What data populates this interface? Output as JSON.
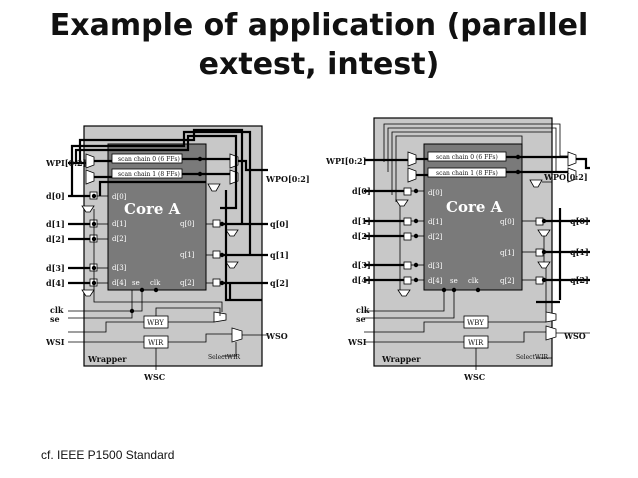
{
  "slide": {
    "title_line1": "Example of application (parallel",
    "title_line2": "extest, intest)",
    "caption": "cf. IEEE P1500 Standard"
  },
  "colors": {
    "wrapper_fill": "#c8c8c8",
    "core_fill": "#7a7a7a",
    "wire": "#000000",
    "outer_bg": "#d8d8d8"
  },
  "diagrams": [
    {
      "id": "parallel-extest",
      "labels": {
        "wpi": "WPI[0:2]",
        "wpo": "WPO[0:2]",
        "d0": "d[0]",
        "d1": "d[1]",
        "d2": "d[2]",
        "d3": "d[3]",
        "d4": "d[4]",
        "q0": "q[0]",
        "q1": "q[1]",
        "q2": "q[2]",
        "clk": "clk",
        "se": "se",
        "wsi": "WSI",
        "wso": "WSO",
        "wrapper": "Wrapper",
        "wsc": "WSC",
        "selectwir": "SelectWIR",
        "wby": "WBY",
        "wir": "WIR",
        "core_title": "Core A",
        "scan0": "scan chain 0 (6 FFs)",
        "scan1": "scan chain 1 (8 FFs)",
        "core_d0": "d[0]",
        "core_d1": "d[1]",
        "core_d2": "d[2]",
        "core_d3": "d[3]",
        "core_d4": "d[4]",
        "core_q0": "q[0]",
        "core_q1": "q[1]",
        "core_q2": "q[2]",
        "core_se": "se",
        "core_clk": "clk"
      }
    },
    {
      "id": "parallel-intest",
      "labels": {
        "wpi": "WPI[0:2]",
        "wpo": "WPO[0:2]",
        "d0": "d[0]",
        "d1": "d[1]",
        "d2": "d[2]",
        "d3": "d[3]",
        "d4": "d[4]",
        "q0": "q[0]",
        "q1": "q[1]",
        "q2": "q[2]",
        "clk": "clk",
        "se": "se",
        "wsi": "WSI",
        "wso": "WSO",
        "wrapper": "Wrapper",
        "wsc": "WSC",
        "selectwir": "SelectWIR",
        "wby": "WBY",
        "wir": "WIR",
        "core_title": "Core A",
        "scan0": "scan chain 0 (6 FFs)",
        "scan1": "scan chain 1 (8 FFs)",
        "core_d0": "d[0]",
        "core_d1": "d[1]",
        "core_d2": "d[2]",
        "core_d3": "d[3]",
        "core_d4": "d[4]",
        "core_q0": "q[0]",
        "core_q1": "q[1]",
        "q2x": "",
        "core_q2": "q[2]",
        "core_se": "se",
        "core_clk": "clk"
      }
    }
  ]
}
